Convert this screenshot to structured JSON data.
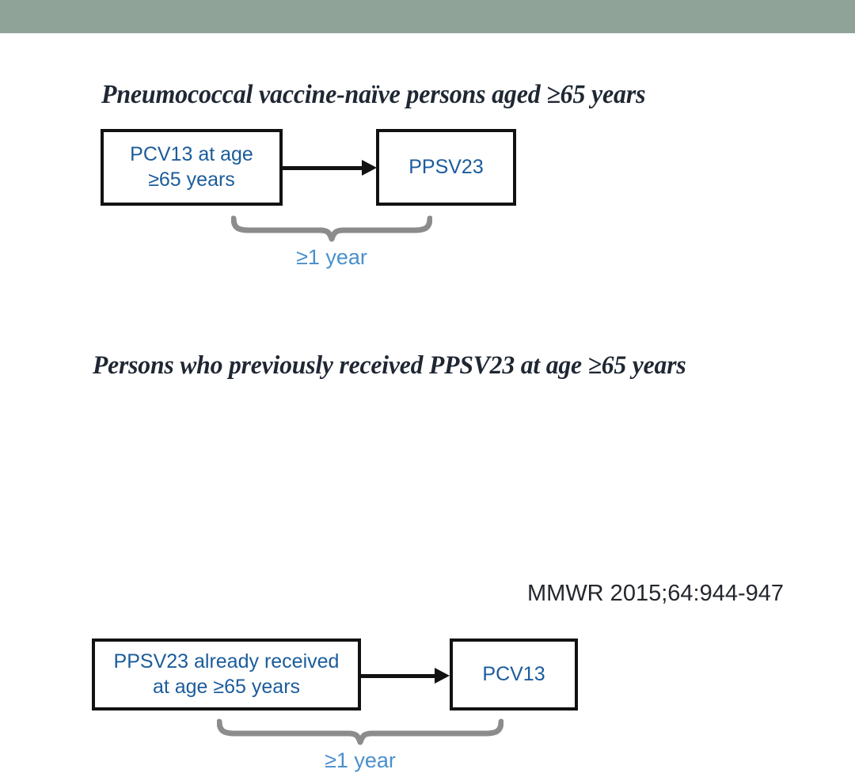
{
  "slide": {
    "band_color": "#8fa398",
    "background_color": "#ffffff",
    "box_text_color": "#1b5c9b",
    "brace_color": "#8c8c8c",
    "interval_label_color": "#4a90cc",
    "citation_color": "#25272e"
  },
  "scenarios": [
    {
      "id": "pneumococcal-vaccine-naive",
      "heading": "Pneumococcal vaccine-naïve persons aged ≥65 years",
      "first_box": {
        "line1": "PCV13 at age",
        "line2": "≥65 years"
      },
      "second_box": {
        "line1": "PPSV23",
        "line2": ""
      },
      "interval_label": "≥1 year"
    },
    {
      "id": "previously-received-ppsv23",
      "heading": "Persons who previously received PPSV23 at age ≥65 years",
      "first_box": {
        "line1": "PPSV23 already received",
        "line2": "at age ≥65 years"
      },
      "second_box": {
        "line1": "PCV13",
        "line2": ""
      },
      "interval_label": "≥1 year"
    }
  ],
  "citation": "MMWR 2015;64:944-947"
}
